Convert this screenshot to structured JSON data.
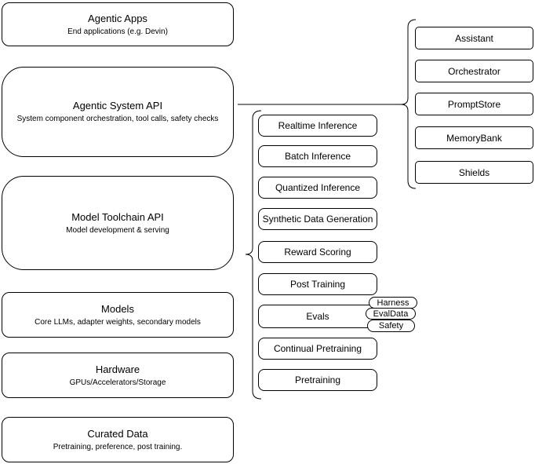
{
  "diagram": {
    "colors": {
      "stroke": "#000000",
      "background": "#ffffff",
      "text": "#000000"
    },
    "left_column": [
      {
        "title": "Agentic Apps",
        "subtitle": "End applications (e.g. Devin)"
      },
      {
        "title": "Agentic System API",
        "subtitle": "System component orchestration, tool calls, safety checks"
      },
      {
        "title": "Model Toolchain API",
        "subtitle": "Model development & serving"
      },
      {
        "title": "Models",
        "subtitle": "Core LLMs, adapter weights, secondary models"
      },
      {
        "title": "Hardware",
        "subtitle": "GPUs/Accelerators/Storage"
      },
      {
        "title": "Curated Data",
        "subtitle": "Pretraining, preference, post training."
      }
    ],
    "toolchain_items": [
      "Realtime Inference",
      "Batch Inference",
      "Quantized Inference",
      "Synthetic Data Generation",
      "Reward Scoring",
      "Post Training",
      "Evals",
      "Continual Pretraining",
      "Pretraining"
    ],
    "eval_tags": [
      "Harness",
      "EvalData",
      "Safety"
    ],
    "system_components": [
      "Assistant",
      "Orchestrator",
      "PromptStore",
      "MemoryBank",
      "Shields"
    ]
  }
}
